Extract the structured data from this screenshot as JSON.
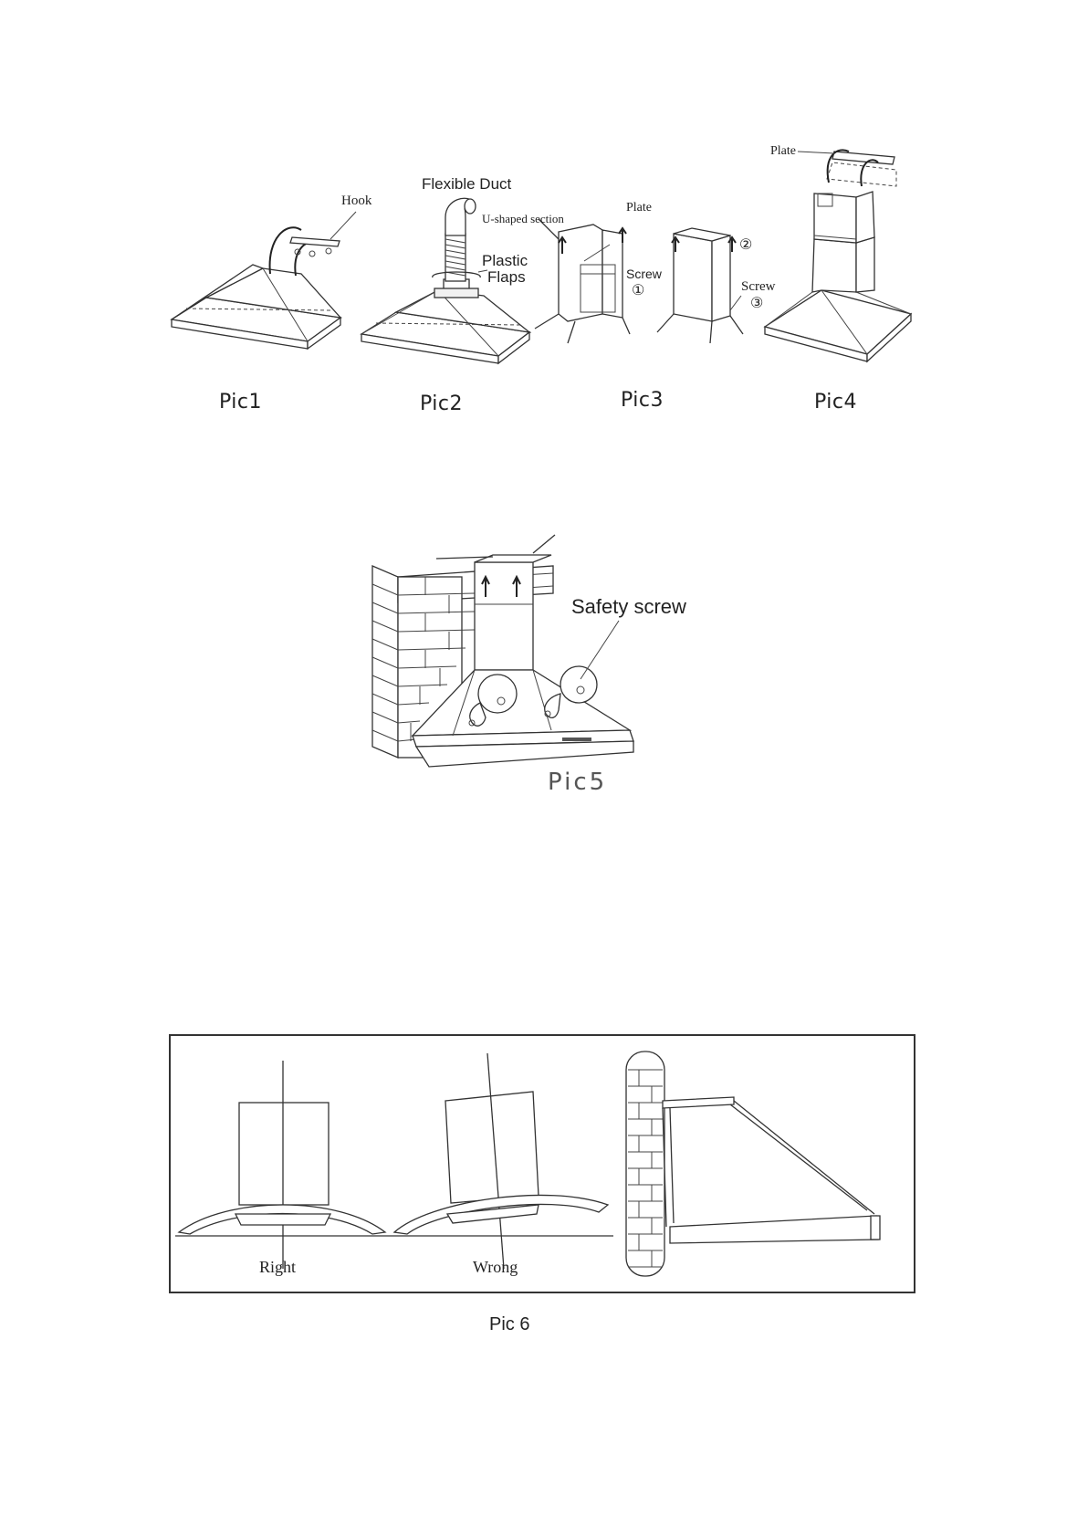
{
  "figures": {
    "pic1": {
      "caption": "Pic1",
      "labels": {
        "hook": "Hook"
      }
    },
    "pic2": {
      "caption": "Pic2",
      "labels": {
        "flexible_duct": "Flexible Duct",
        "plastic": "Plastic",
        "flaps": "Flaps"
      }
    },
    "pic3": {
      "caption": "Pic3",
      "labels": {
        "u_shaped": "U-shaped section",
        "plate": "Plate",
        "screw1": "Screw",
        "num1": "①",
        "num2": "②",
        "screw3": "Screw",
        "num3": "③"
      }
    },
    "pic4": {
      "caption": "Pic4",
      "labels": {
        "plate": "Plate"
      }
    },
    "pic5": {
      "caption": "Pic5",
      "labels": {
        "safety_screw": "Safety screw"
      }
    },
    "pic6": {
      "caption": "Pic 6",
      "labels": {
        "right": "Right",
        "wrong": "Wrong"
      }
    }
  }
}
